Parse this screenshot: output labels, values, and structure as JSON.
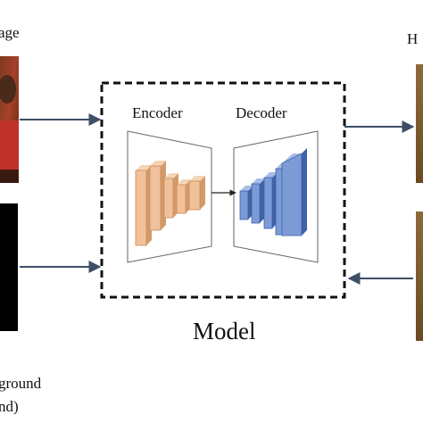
{
  "labels": {
    "top_left": "age",
    "top_right": "H",
    "bottom_left_line1": "ground",
    "bottom_left_line2": "nd)",
    "encoder": "Encoder",
    "decoder": "Decoder",
    "model": "Model"
  },
  "colors": {
    "encoder_fill": "#f0c19a",
    "encoder_side": "#d49a6a",
    "decoder_fill": "#7b9ad6",
    "decoder_side": "#3f62a8",
    "arrow": "#3d4f66",
    "border": "#111111",
    "trapezoid_stroke": "#666666"
  },
  "icons": {
    "input_image": "cropped-photo-person-red-shirt",
    "ground_truth_mask": "black-mask-image",
    "output_top": "cropped-photo-output",
    "output_bottom": "cropped-photo-output-2"
  }
}
